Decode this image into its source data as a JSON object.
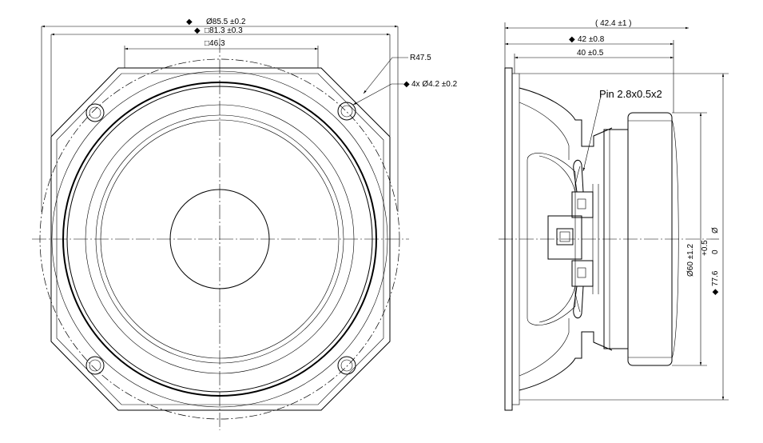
{
  "front_view": {
    "dim_outer_diameter": "Ø85.5 ±0.2",
    "dim_square_frame": "□81.3 ±0.3",
    "dim_hole_spacing": "□46.3",
    "dim_corner_radius": "R47.5",
    "dim_mounting_holes": "4x Ø4.2 ±0.2"
  },
  "side_view": {
    "dim_overall_depth": "( 42.4 ±1 )",
    "dim_depth_frame": "42 ±0.8",
    "dim_depth_body": "40 ±0.5",
    "pin_label": "Pin 2.8x0.5x2",
    "dim_magnet_diameter": "Ø60 ±1.2",
    "dim_front_diameter": "77.6",
    "dim_front_tolerance_upper": "+0.5",
    "dim_front_tolerance_lower": "0",
    "dim_front_diameter_symbol": "Ø"
  },
  "colors": {
    "line": "#000000",
    "background": "#ffffff"
  }
}
